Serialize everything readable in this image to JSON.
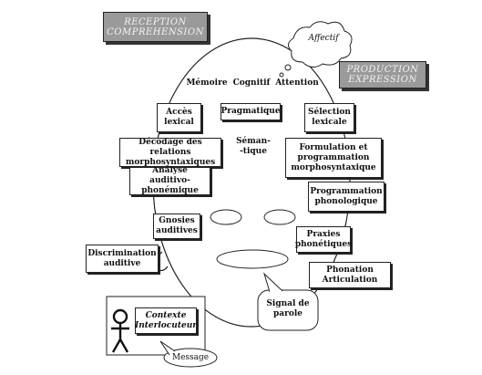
{
  "header": {
    "reception": "RECEPTION\nCOMPREHENSION",
    "production": "PRODUCTION\nEXPRESSION",
    "affectif": "Affectif"
  },
  "top_line": {
    "memoire": "Mémoire",
    "cognitif": "Cognitif",
    "attention": "Attention"
  },
  "boxes": {
    "acces": "Accès\nlexical",
    "pragmatique": "Pragmatique",
    "selection": "Sélection\nlexicale",
    "decodage": "Décodage des relations\nmorphosyntaxiques",
    "semantique": "Séman-\n-tique",
    "formulation": "Formulation et\nprogrammation\nmorphosyntaxique",
    "analyse": "Analyse auditivo-\nphonémique",
    "prog_phono": "Programmation\nphonologique",
    "gnosies": "Gnosies\nauditives",
    "praxies": "Praxies\nphonétiques",
    "discrimination": "Discrimination\nauditive",
    "phonation": "Phonation\nArticulation",
    "signal": "Signal de\nparole",
    "contexte": "Contexte\nInterlocuteur",
    "message": "Message"
  }
}
